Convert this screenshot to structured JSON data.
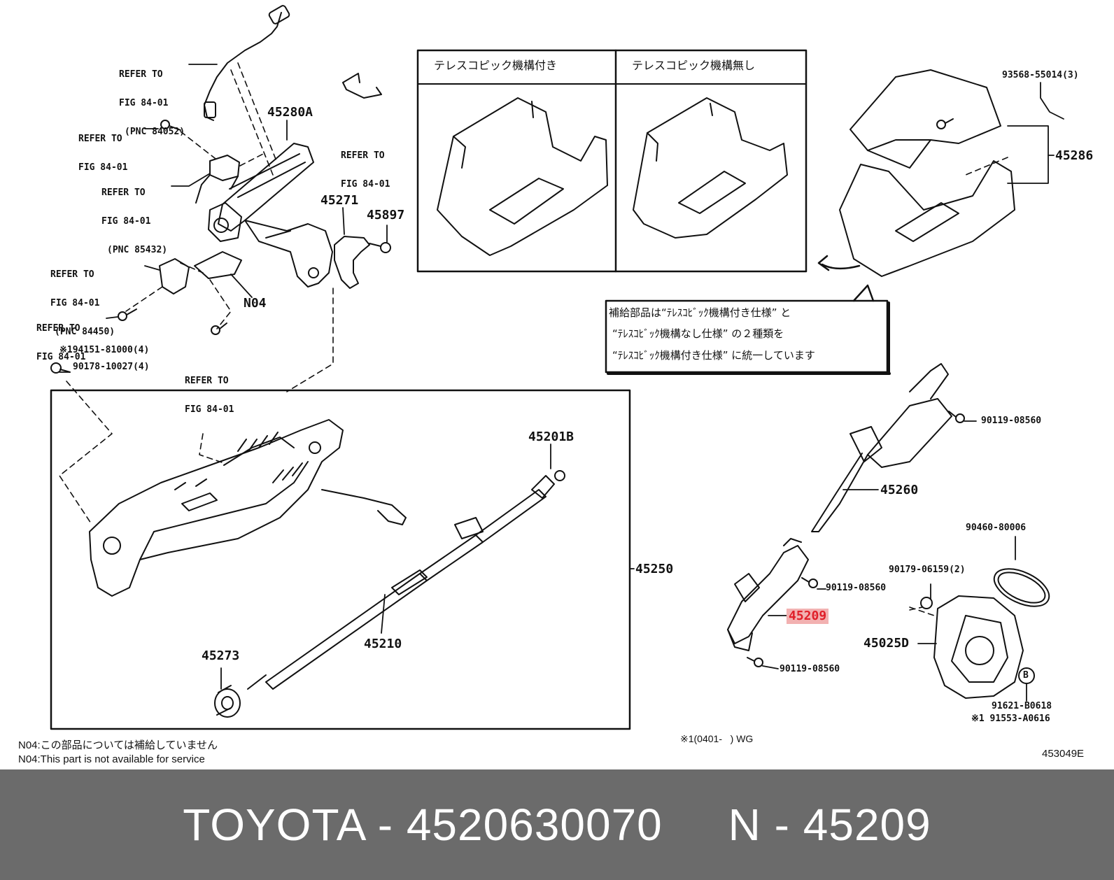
{
  "refer_notes": [
    {
      "line1": "REFER TO",
      "line2": "FIG 84-01",
      "line3": "(PNC 84052)"
    },
    {
      "line1": "REFER TO",
      "line2": "FIG 84-01",
      "line3": ""
    },
    {
      "line1": "REFER TO",
      "line2": "FIG 84-01",
      "line3": "(PNC 85432)"
    },
    {
      "line1": "REFER TO",
      "line2": "FIG 84-01",
      "line3": "(PNC 84450)"
    },
    {
      "line1": "REFER TO",
      "line2": "FIG 84-01",
      "line3": ""
    },
    {
      "line1": "REFER TO",
      "line2": "FIG 84-01",
      "line3": ""
    },
    {
      "line1": "REFER TO",
      "line2": "FIG 84-01",
      "line3": ""
    }
  ],
  "part_labels": {
    "p45280A": "45280A",
    "p45271": "45271",
    "p45897": "45897",
    "pN04": "N04",
    "p94151": "※194151-81000(4)",
    "p90178": "90178-10027(4)",
    "p45201B": "45201B",
    "p45250": "45250",
    "p45210": "45210",
    "p45273": "45273",
    "p93568": "93568-55014(3)",
    "p45286": "45286",
    "p90119a": "90119-08560",
    "p45260": "45260",
    "p90460": "90460-80006",
    "p90179": "90179-06159(2)",
    "p90119b": "90119-08560",
    "p45209": "45209",
    "p45025D": "45025D",
    "p90119c": "90119-08560",
    "pB": "B",
    "p91621": "91621-B0618",
    "p91553": "※1 91553-A0616"
  },
  "telescopic_box": {
    "left_header": "テレスコピック機構付き",
    "right_header": "テレスコピック機構無し"
  },
  "supply_note": {
    "line1": "補給部品は“ﾃﾚｽｺﾋﾞｯｸ機構付き仕様” と",
    "line2": "“ﾃﾚｽｺﾋﾞｯｸ機構なし仕様” の２種類を",
    "line3": "“ﾃﾚｽｺﾋﾞｯｸ機構付き仕様” に統一しています"
  },
  "footnotes": {
    "wg_note": "※1(0401-   ) WG",
    "n04_jp": "N04:この部品については補給していません",
    "n04_en": "N04:This part is not available for service",
    "fig_code": "453049E"
  },
  "highlight_color": "#f2b1b1",
  "highlight_text_color": "#e0202a",
  "footer": {
    "text": "TOYOTA - 4520630070     N - 45209",
    "background": "#6b6b6b"
  }
}
